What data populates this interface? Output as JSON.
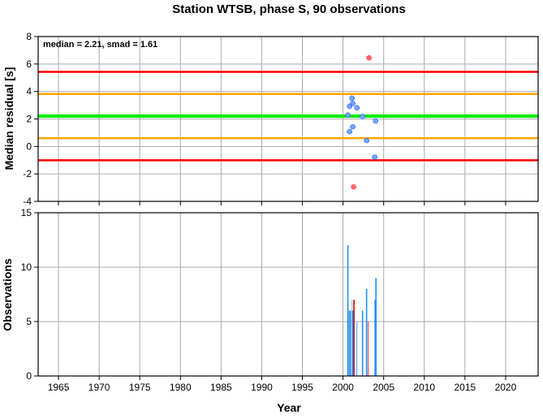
{
  "chart_data": [
    {
      "type": "scatter",
      "title": "Station WTSB, phase S, 90 observations",
      "annotation": "median = 2.21, smad = 1.61",
      "xlabel": "",
      "ylabel": "Median residual [s]",
      "xlim": [
        1962.5,
        2024
      ],
      "ylim": [
        -4,
        8
      ],
      "yticks": [
        -4,
        -2,
        0,
        2,
        4,
        6,
        8
      ],
      "grid": true,
      "median": 2.21,
      "smad": 1.61,
      "lines": [
        {
          "name": "median",
          "value": 2.21,
          "color": "#00ee00"
        },
        {
          "name": "+1 smad",
          "value": 3.82,
          "color": "#ffa500"
        },
        {
          "name": "-1 smad",
          "value": 0.6,
          "color": "#ffa500"
        },
        {
          "name": "+2 smad",
          "value": 5.43,
          "color": "#ff0000"
        },
        {
          "name": "-2 smad",
          "value": -1.01,
          "color": "#ff0000"
        }
      ],
      "series": [
        {
          "name": "inliers",
          "color": "#6fa8ff",
          "points": [
            [
              2001.1,
              3.51
            ],
            [
              2001.2,
              3.13
            ],
            [
              2000.8,
              2.92
            ],
            [
              2001.7,
              2.82
            ],
            [
              2000.6,
              2.29
            ],
            [
              2002.4,
              2.18
            ],
            [
              2004.0,
              1.86
            ],
            [
              2001.2,
              1.43
            ],
            [
              2000.8,
              1.08
            ],
            [
              2002.9,
              0.43
            ],
            [
              2003.9,
              -0.78
            ]
          ]
        },
        {
          "name": "outliers",
          "color": "#ff6b6b",
          "points": [
            [
              2003.2,
              6.45
            ],
            [
              2001.3,
              -2.94
            ]
          ]
        }
      ]
    },
    {
      "type": "bar",
      "xlabel": "Year",
      "ylabel": "Observations",
      "xlim": [
        1962.5,
        2024
      ],
      "ylim": [
        0,
        15
      ],
      "yticks": [
        0,
        5,
        10,
        15
      ],
      "xticks": [
        1965,
        1970,
        1975,
        1980,
        1985,
        1990,
        1995,
        2000,
        2005,
        2010,
        2015,
        2020
      ],
      "grid": true,
      "bars": [
        {
          "x": 2000.6,
          "value": 12,
          "color": "#1e90ff"
        },
        {
          "x": 2000.75,
          "value": 6,
          "color": "#5aaaff"
        },
        {
          "x": 2000.9,
          "value": 6,
          "color": "#1e90ff"
        },
        {
          "x": 2001.1,
          "value": 7,
          "color": "#9ccbff"
        },
        {
          "x": 2001.2,
          "value": 6,
          "color": "#1e90ff"
        },
        {
          "x": 2001.35,
          "value": 7,
          "color": "#dd0000"
        },
        {
          "x": 2001.7,
          "value": 5,
          "color": "#7fbfff"
        },
        {
          "x": 2002.4,
          "value": 6,
          "color": "#1e90ff"
        },
        {
          "x": 2002.9,
          "value": 8,
          "color": "#1e90ff"
        },
        {
          "x": 2003.1,
          "value": 5,
          "color": "#ff7070"
        },
        {
          "x": 2003.95,
          "value": 7,
          "color": "#1e90ff"
        },
        {
          "x": 2004.05,
          "value": 9,
          "color": "#1e90ff"
        }
      ]
    }
  ]
}
